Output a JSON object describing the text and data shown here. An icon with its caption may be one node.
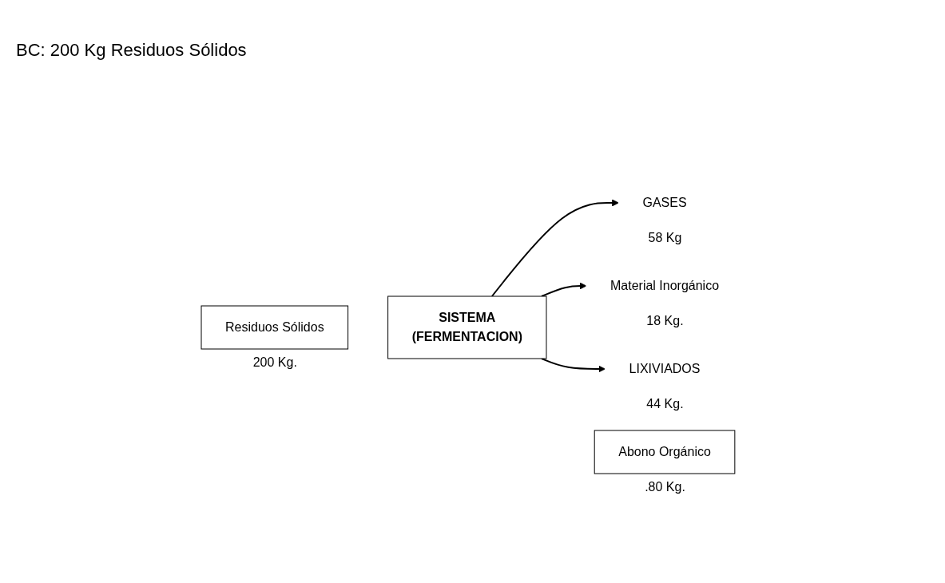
{
  "diagram": {
    "nodes": [
      {
        "text": [
          "Residuos Sólidos"
        ],
        "beside": [
          "200 Kg."
        ]
      },
      {
        "text": [
          "SISTEMA",
          "(FERMENTACION)"
        ]
      },
      {
        "text": [
          "Abono Orgánico"
        ],
        "beside": [
          ".80 Kg."
        ]
      },
      {
        "text": [
          "GASES"
        ],
        "beside": [
          "58 Kg"
        ]
      },
      {
        "text": [
          "Material Inorgánico"
        ],
        "beside": [
          "18 Kg."
        ]
      },
      {
        "text": [
          "LIXIVIADOS"
        ],
        "beside": [
          "44 Kg."
        ]
      }
    ],
    "edges": [
      {
        "from": 1,
        "to": 3,
        "arrow": "to"
      },
      {
        "from": 1,
        "to": 4,
        "arrow": "to"
      },
      {
        "from": 1,
        "to": 5,
        "arrow": "to"
      }
    ],
    "labels": [
      "BC: 200 Kg Residuos Sólidos"
    ]
  }
}
